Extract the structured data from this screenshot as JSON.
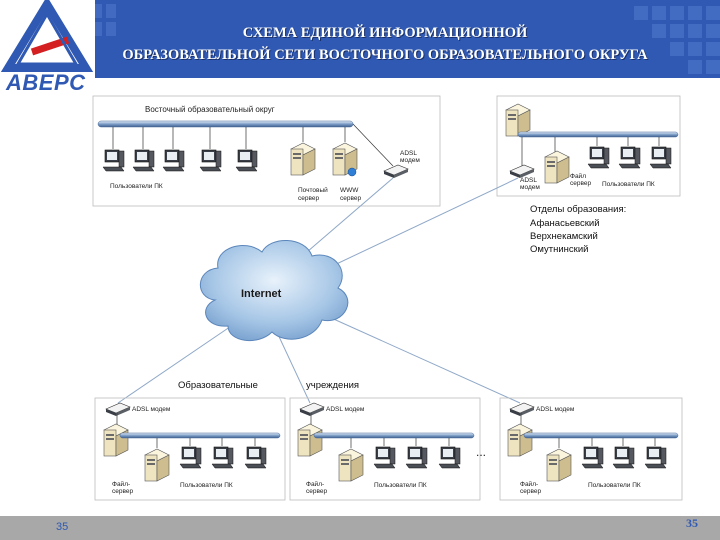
{
  "header": {
    "title_line1": "СХЕМА ЕДИНОЙ ИНФОРМАЦИОННОЙ",
    "title_line2": "ОБРАЗОВАТЕЛЬНОЙ СЕТИ ВОСТОЧНОГО ОБРАЗОВАТЕЛЬНОГО ОКРУГА",
    "logo_text": "АВЕРС",
    "band_color": "#2f59b2"
  },
  "diagram": {
    "top_left": {
      "title": "Восточный образовательный округ",
      "users_label": "Пользователи ПК",
      "mail_label": "Почтовый\nсервер",
      "www_label": "WWW\nсервер",
      "modem_label": "ADSL\nмодем"
    },
    "top_right": {
      "modem_label": "ADSL\nмодем",
      "file_label": "Файл\nсервер",
      "users_label": "Пользователи ПК",
      "departments_title": "Отделы образования:",
      "departments": [
        "Афанасьевский",
        "Верхнекамский",
        "Омутнинский"
      ]
    },
    "cloud_label": "Internet",
    "institutions_label_1": "Образовательные",
    "institutions_label_2": "учреждения",
    "ellipsis": "...",
    "bottom_group": {
      "modem_label": "ADSL модем",
      "file_label": "Файл-\nсервер",
      "users_label": "Пользователи ПК"
    }
  },
  "footer": {
    "left_number": "35",
    "right_number": "35",
    "bar_color": "#a8a8a8"
  }
}
